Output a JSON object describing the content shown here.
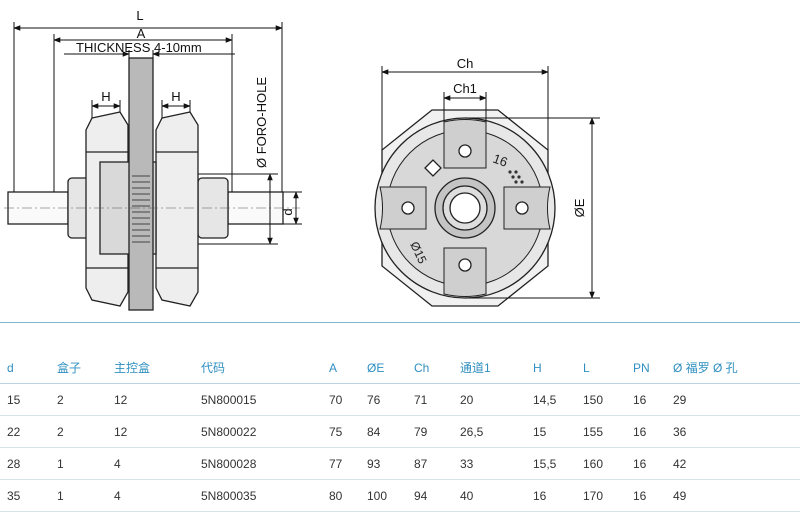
{
  "drawing": {
    "labels": {
      "L": "L",
      "A": "A",
      "thickness": "THICKNESS 4-10mm",
      "h_left": "H",
      "h_right": "H",
      "foro_hole": "Ø FORO-HOLE",
      "d": "d",
      "ch": "Ch",
      "ch1": "Ch1",
      "e": "ØE",
      "mark_16": "16",
      "mark_15": "Ø15"
    }
  },
  "table": {
    "headers": [
      "d",
      "盒子",
      "主控盒",
      "代码",
      "A",
      "ØE",
      "Ch",
      "通道1",
      "H",
      "L",
      "PN",
      "Ø 福罗 Ø 孔"
    ],
    "rows": [
      [
        "15",
        "2",
        "12",
        "5N800015",
        "70",
        "76",
        "71",
        "20",
        "14,5",
        "150",
        "16",
        "29"
      ],
      [
        "22",
        "2",
        "12",
        "5N800022",
        "75",
        "84",
        "79",
        "26,5",
        "15",
        "155",
        "16",
        "36"
      ],
      [
        "28",
        "1",
        "4",
        "5N800028",
        "77",
        "93",
        "87",
        "33",
        "15,5",
        "160",
        "16",
        "42"
      ],
      [
        "35",
        "1",
        "4",
        "5N800035",
        "80",
        "100",
        "94",
        "40",
        "16",
        "170",
        "16",
        "49"
      ]
    ]
  }
}
